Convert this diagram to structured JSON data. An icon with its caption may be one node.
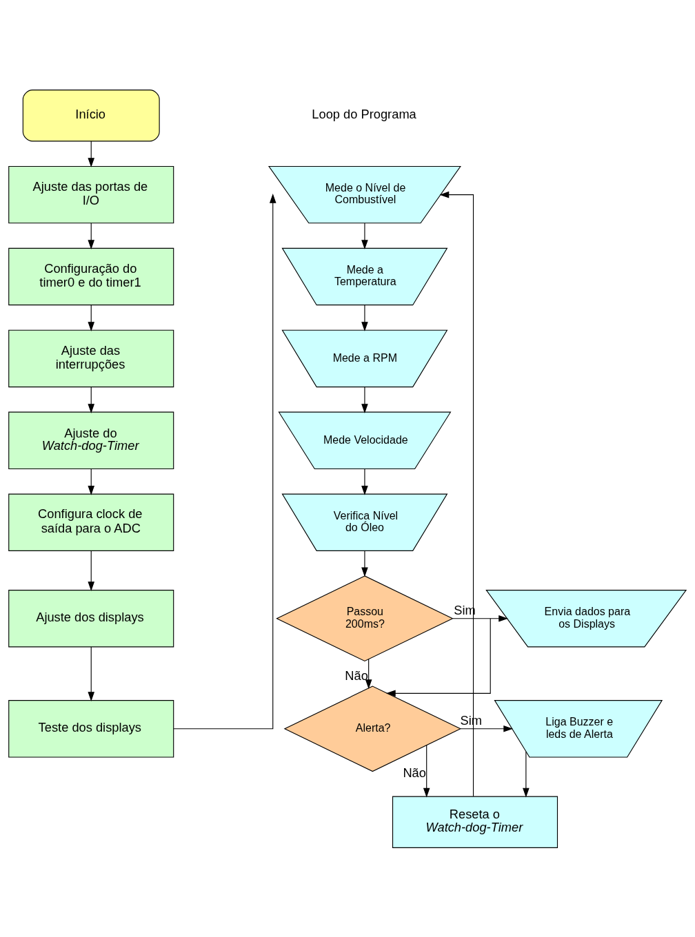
{
  "diagram": {
    "nodes": [
      {
        "text": [
          "Início"
        ]
      },
      {
        "text": [
          "Ajuste das portas de I/O"
        ]
      },
      {
        "text": [
          "Configuração do timer0 e do timer1"
        ]
      },
      {
        "text": [
          "Ajuste das interrupções"
        ]
      },
      {
        "text": [
          "Ajuste do *Watch-dog-Timer*"
        ]
      },
      {
        "text": [
          "Configura clock de saída para o ADC"
        ]
      },
      {
        "text": [
          "Ajuste dos displays"
        ]
      },
      {
        "text": [
          "Teste dos displays"
        ]
      },
      {
        "text": [
          "Mede o Nível de Combustível"
        ]
      },
      {
        "text": [
          "Mede a Temperatura"
        ]
      },
      {
        "text": [
          "Mede a RPM"
        ]
      },
      {
        "text": [
          "Mede Velocidade"
        ]
      },
      {
        "text": [
          "Verifica Nível do Óleo"
        ]
      },
      {
        "text": [
          "Passou 200ms?"
        ]
      },
      {
        "text": [
          "Envia dados para os Displays"
        ]
      },
      {
        "text": [
          "Alerta?"
        ]
      },
      {
        "text": [
          "Liga Buzzer e leds de Alerta"
        ]
      },
      {
        "text": [
          "Reseta o *Watch-dog-Timer*"
        ]
      }
    ],
    "edges": [
      {
        "from": 0,
        "to": 1,
        "arrow": "to"
      },
      {
        "from": 1,
        "to": 2,
        "arrow": "to"
      },
      {
        "from": 2,
        "to": 3,
        "arrow": "to"
      },
      {
        "from": 3,
        "to": 4,
        "arrow": "to"
      },
      {
        "from": 4,
        "to": 5,
        "arrow": "to"
      },
      {
        "from": 5,
        "to": 6,
        "arrow": "to"
      },
      {
        "from": 6,
        "to": 7,
        "arrow": "to"
      },
      {
        "from": 7,
        "to": 8,
        "arrow": "to"
      },
      {
        "from": 8,
        "to": 9,
        "arrow": "to"
      },
      {
        "from": 9,
        "to": 10,
        "arrow": "to"
      },
      {
        "from": 10,
        "to": 11,
        "arrow": "to"
      },
      {
        "from": 11,
        "to": 12,
        "arrow": "to"
      },
      {
        "from": 12,
        "to": 13,
        "arrow": "to"
      },
      {
        "from": 13,
        "to": 14,
        "arrow": "to",
        "label": "Sim"
      },
      {
        "from": 13,
        "to": 15,
        "arrow": "to",
        "label": "Não"
      },
      {
        "from": 14,
        "to": 15,
        "arrow": "to"
      },
      {
        "from": 15,
        "to": 16,
        "arrow": "to",
        "label": "Sim"
      },
      {
        "from": 15,
        "to": 17,
        "arrow": "to",
        "label": "Não"
      },
      {
        "from": 16,
        "to": 17,
        "arrow": "to"
      },
      {
        "from": 17,
        "to": 8,
        "arrow": "to"
      }
    ],
    "labels": [
      "Loop do Programa"
    ]
  }
}
